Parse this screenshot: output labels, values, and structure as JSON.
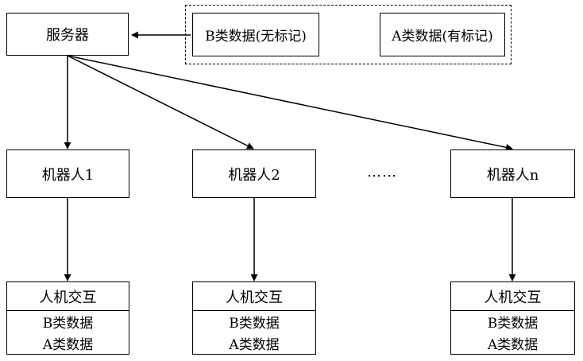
{
  "server": {
    "label": "服务器"
  },
  "data_group": {
    "b_label": "B类数据(无标记)",
    "a_label": "A类数据(有标记)"
  },
  "robots": [
    {
      "label": "机器人1"
    },
    {
      "label": "机器人2"
    },
    {
      "label": "机器人n"
    }
  ],
  "ellipsis": "……",
  "interaction_blocks": [
    {
      "title": "人机交互",
      "items": [
        "B类数据",
        "A类数据"
      ]
    },
    {
      "title": "人机交互",
      "items": [
        "B类数据",
        "A类数据"
      ]
    },
    {
      "title": "人机交互",
      "items": [
        "B类数据",
        "A类数据"
      ]
    }
  ]
}
